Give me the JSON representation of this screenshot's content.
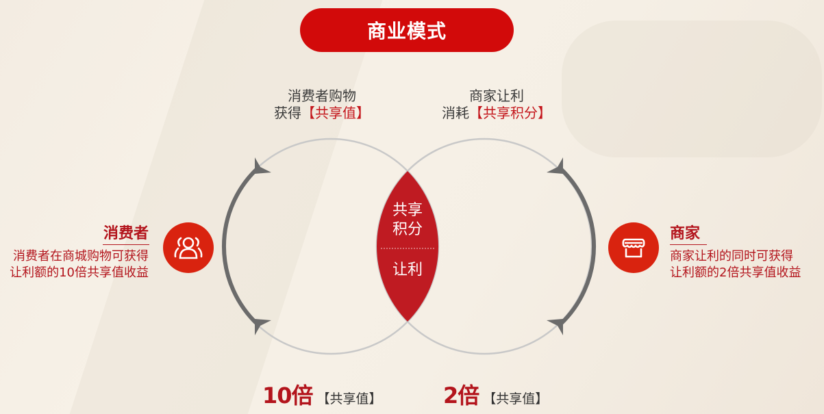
{
  "title": "商业模式",
  "top_captions": {
    "left": {
      "line1": "消费者购物",
      "line2_prefix": "获得",
      "line2_highlight": "【共享值】"
    },
    "right": {
      "line1": "商家让利",
      "line2_prefix": "消耗",
      "line2_highlight": "【共享积分】"
    }
  },
  "lens": {
    "top_line1": "共享",
    "top_line2": "积分",
    "bottom": "让利"
  },
  "consumer": {
    "title": "消费者",
    "desc_line1": "消费者在商城购物可获得",
    "desc_line2": "让利额的10倍共享值收益",
    "icon": "users-icon"
  },
  "merchant": {
    "title": "商家",
    "desc_line1": "商家让利的同时可获得",
    "desc_line2": "让利额的2倍共享值收益",
    "icon": "store-icon"
  },
  "multipliers": [
    {
      "value": "10倍",
      "unit": "【共享值】"
    },
    {
      "value": "2倍",
      "unit": "【共享值】"
    }
  ],
  "colors": {
    "accent": "#d20a0a",
    "dark_red": "#b3141c",
    "arc_gray": "#6b6b6b",
    "circle_gray": "#c8c8c8"
  }
}
